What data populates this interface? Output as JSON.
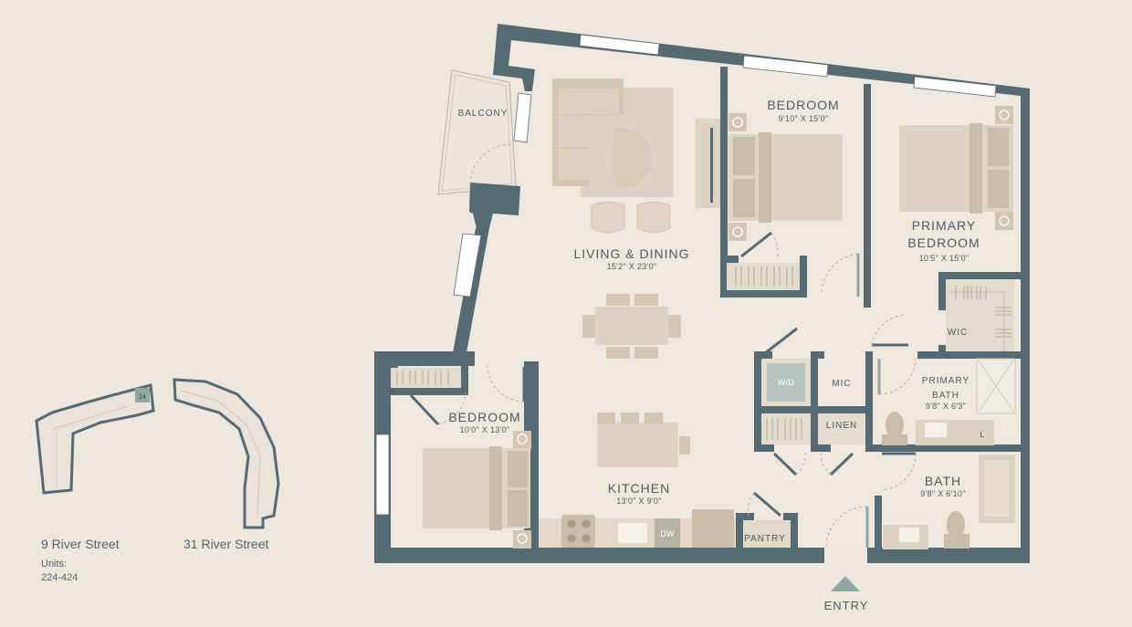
{
  "floorplan": {
    "rooms": [
      {
        "id": "balcony",
        "name": "BALCONY",
        "dimensions": ""
      },
      {
        "id": "living-dining",
        "name": "LIVING & DINING",
        "dimensions": "15'2\" X 23'0\""
      },
      {
        "id": "bedroom-north",
        "name": "BEDROOM",
        "dimensions": "9'10\" X 15'0\""
      },
      {
        "id": "primary-bedroom",
        "name_line1": "PRIMARY",
        "name_line2": "BEDROOM",
        "dimensions": "10'5\" X 15'0\""
      },
      {
        "id": "wic",
        "name": "WIC",
        "dimensions": ""
      },
      {
        "id": "primary-bath",
        "name_line1": "PRIMARY",
        "name_line2": "BATH",
        "dimensions": "9'8\" X 6'3\""
      },
      {
        "id": "bedroom-west",
        "name": "BEDROOM",
        "dimensions": "10'0\" X 13'0\""
      },
      {
        "id": "kitchen",
        "name": "KITCHEN",
        "dimensions": "13'0\" X 9'0\""
      },
      {
        "id": "bath",
        "name": "BATH",
        "dimensions": "9'8\" X 6'10\""
      },
      {
        "id": "wd",
        "name": "W/D",
        "dimensions": ""
      },
      {
        "id": "mic",
        "name": "MIC",
        "dimensions": ""
      },
      {
        "id": "linen",
        "name": "LINEN",
        "dimensions": ""
      },
      {
        "id": "pantry",
        "name": "PANTRY",
        "dimensions": ""
      }
    ],
    "fixtures": {
      "dishwasher": "DW",
      "linen_closet": "L"
    },
    "entry_label": "ENTRY"
  },
  "key_plan": {
    "buildings": [
      {
        "name": "9 River Street",
        "units_label": "Units:",
        "units": "224-424",
        "highlighted_unit": "24"
      },
      {
        "name": "31 River Street"
      }
    ]
  },
  "colors": {
    "background": "#eee7de",
    "wall": "#566a73",
    "accent": "#8fa8a0",
    "furniture": "#ddd3c3",
    "text": "#4f5a60"
  }
}
